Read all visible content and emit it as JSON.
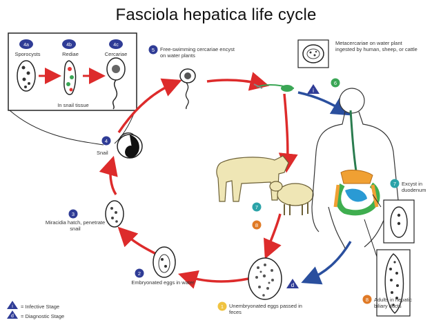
{
  "title": "Fasciola hepatica life cycle",
  "inset": {
    "stages": [
      {
        "badge": "4a",
        "label": "Sporocysts"
      },
      {
        "badge": "4b",
        "label": "Rediae"
      },
      {
        "badge": "4c",
        "label": "Cercariae"
      }
    ],
    "caption": "In snail tissue"
  },
  "steps": {
    "s1": {
      "badge": "1",
      "text": "Unembryonated eggs passed in feces"
    },
    "s2": {
      "badge": "2",
      "text": "Embryonated eggs in water"
    },
    "s3": {
      "badge": "3",
      "text": "Miracidia hatch, penetrate snail"
    },
    "s4": {
      "badge": "4",
      "text": "Snail"
    },
    "s5": {
      "badge": "5",
      "text": "Free-swimming cercariae encyst on water plants"
    },
    "s6": {
      "badge": "6",
      "text": "Metacercariae on water plant ingested by human, sheep, or cattle"
    },
    "s7": {
      "badge": "7",
      "text": "Excyst in duodenum"
    },
    "s8": {
      "badge": "8",
      "text": "Adults in hepatic biliary ducts"
    },
    "s7b": {
      "badge": "7"
    },
    "s8b": {
      "badge": "8"
    }
  },
  "legend": [
    {
      "mark": "i",
      "text": "= Infective Stage"
    },
    {
      "mark": "d",
      "text": "= Diagnostic Stage"
    }
  ],
  "colors": {
    "cycle_red": "#dd2b2b",
    "human_blue": "#2a4f9e",
    "badge_blue": "#2f3c96",
    "badge_green": "#3aa655",
    "badge_orange": "#e07a26",
    "badge_yellow": "#f0c340",
    "badge_teal": "#2ba3a8",
    "cattle": "#efe6b5",
    "liver": "#f0a033",
    "intestine": "#3fae4f"
  }
}
